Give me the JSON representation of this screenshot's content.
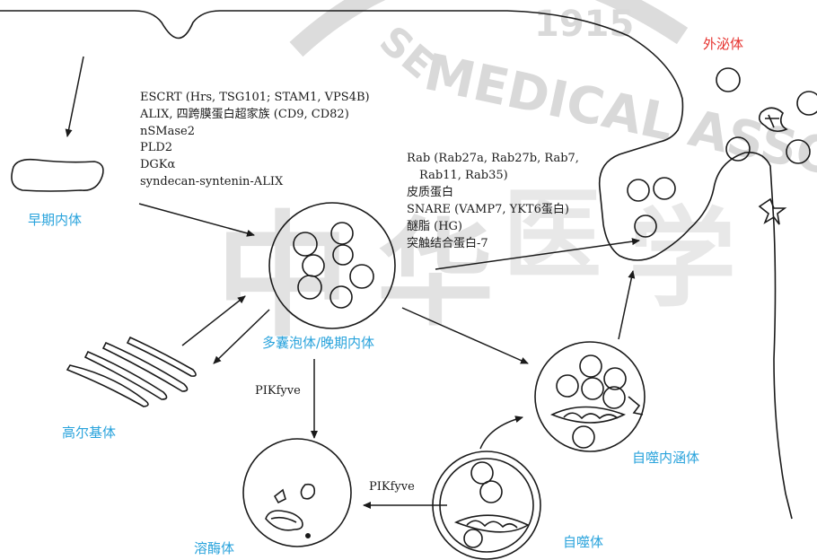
{
  "labels": {
    "early_endosome": "早期内体",
    "golgi": "高尔基体",
    "mvb": "多囊泡体/晚期内体",
    "lysosome": "溶酶体",
    "autophagosome": "自噬体",
    "amphisome": "自噬内涵体",
    "exosome": "外泌体"
  },
  "pathway_left": [
    "ESCRT (Hrs, TSG101; STAM1, VPS4B)",
    "ALIX, 四跨膜蛋白超家族 (CD9, CD82)",
    "nSMase2",
    "PLD2",
    "DGKα",
    "syndecan-syntenin-ALIX"
  ],
  "pathway_right": [
    "Rab (Rab27a, Rab27b, Rab7,",
    "Rab11, Rab35)",
    "皮质蛋白",
    "SNARE (VAMP7, YKT6蛋白)",
    "醚脂 (HG)",
    "突触结合蛋白-7"
  ],
  "enzymes": {
    "mvb_to_lysosome": "PIKfyve",
    "autophagosome_to_lysosome": "PIKfyve"
  },
  "watermark": {
    "line1": "MEDICAL ASSOCIA",
    "line2": "SE",
    "year": "1915"
  },
  "colors": {
    "label_blue": "#29a3dc",
    "label_red": "#e6322e",
    "line": "#1a1a1a"
  }
}
